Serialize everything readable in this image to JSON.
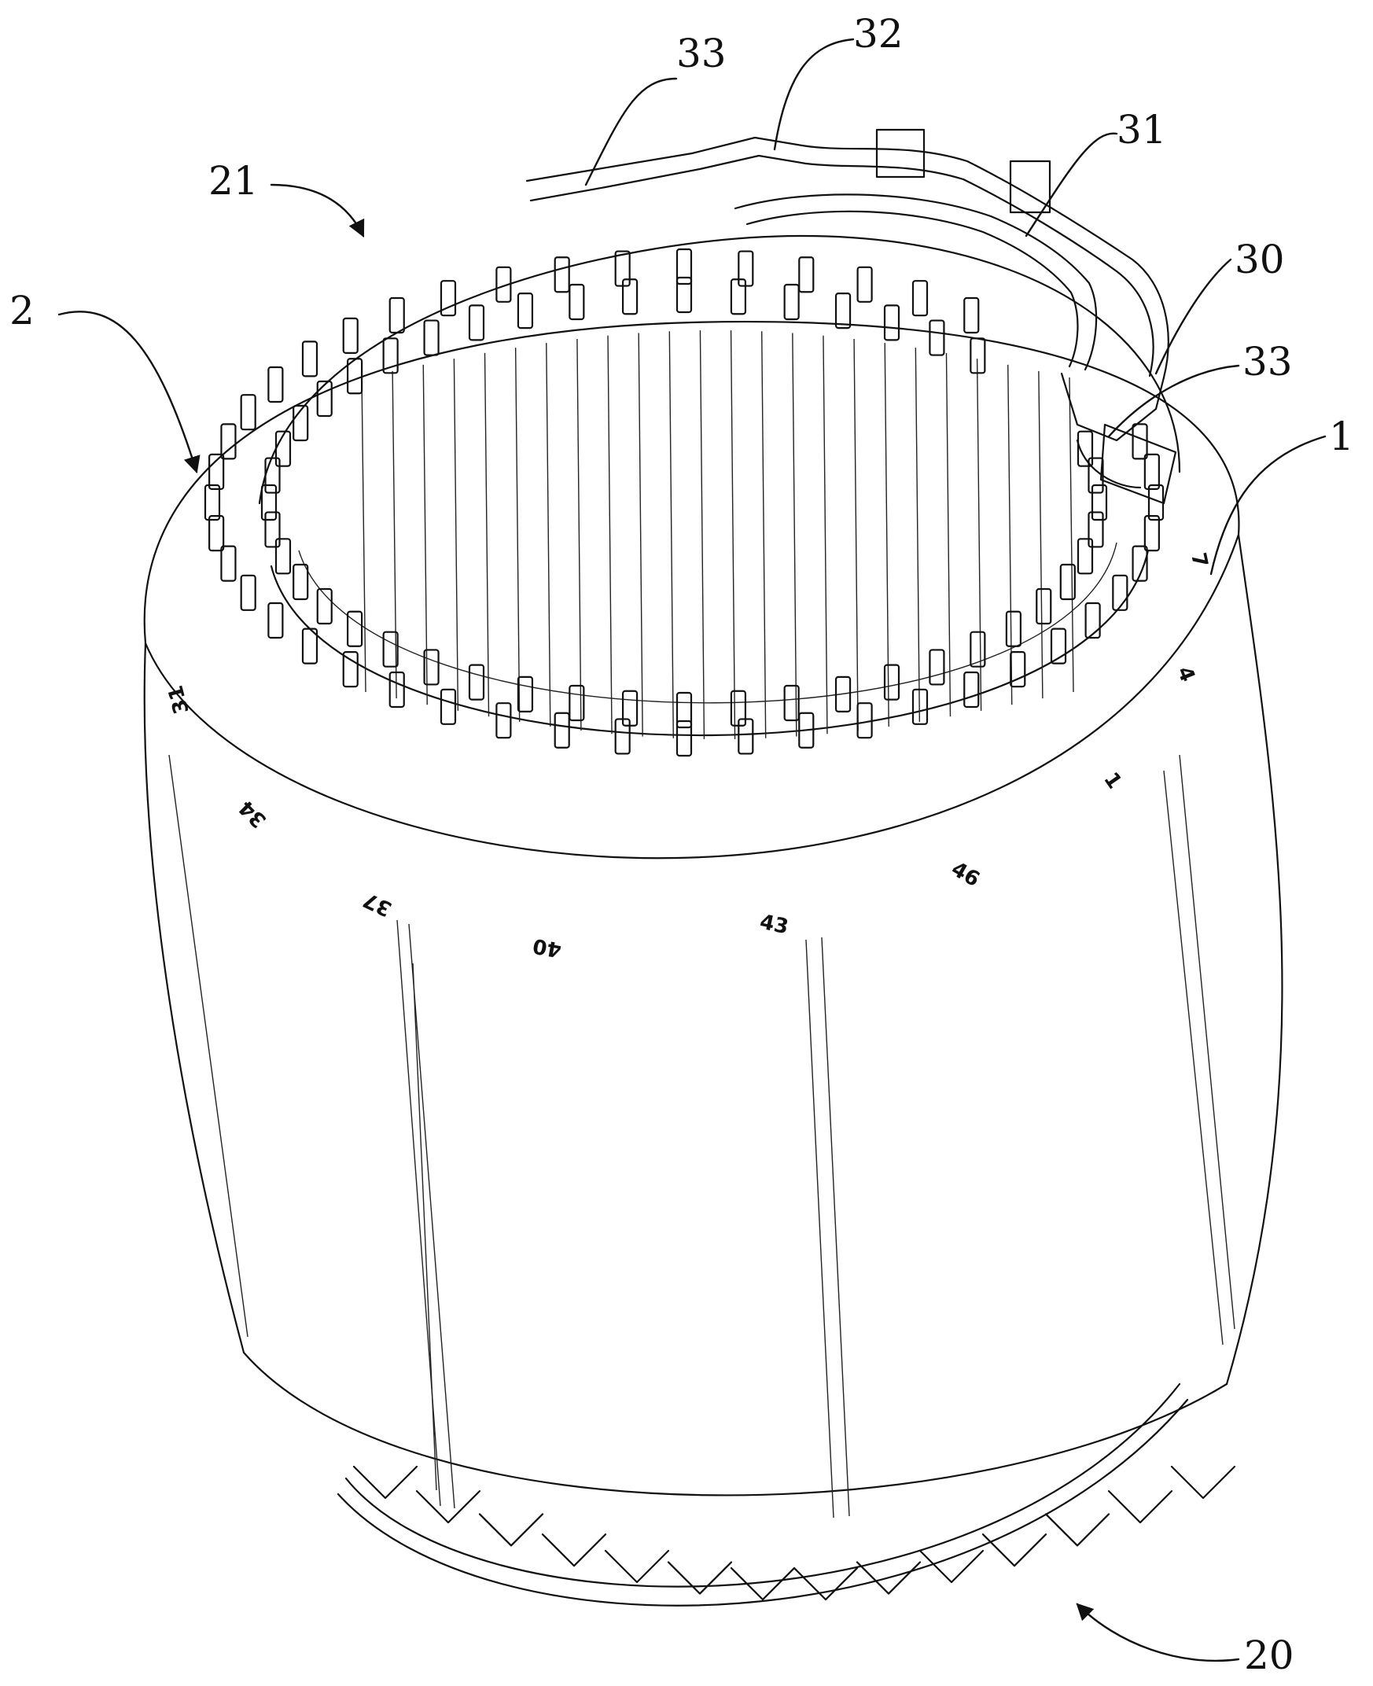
{
  "labels": {
    "ref_33_top": "33",
    "ref_32": "32",
    "ref_31": "31",
    "ref_30": "30",
    "ref_33_right": "33",
    "ref_21": "21",
    "ref_2": "2",
    "ref_1": "1",
    "ref_20": "20"
  },
  "slot_numbers": [
    "7",
    "4",
    "1",
    "46",
    "43",
    "40",
    "37",
    "34",
    "31"
  ],
  "colors": {
    "line": "#111111",
    "background": "#ffffff"
  }
}
